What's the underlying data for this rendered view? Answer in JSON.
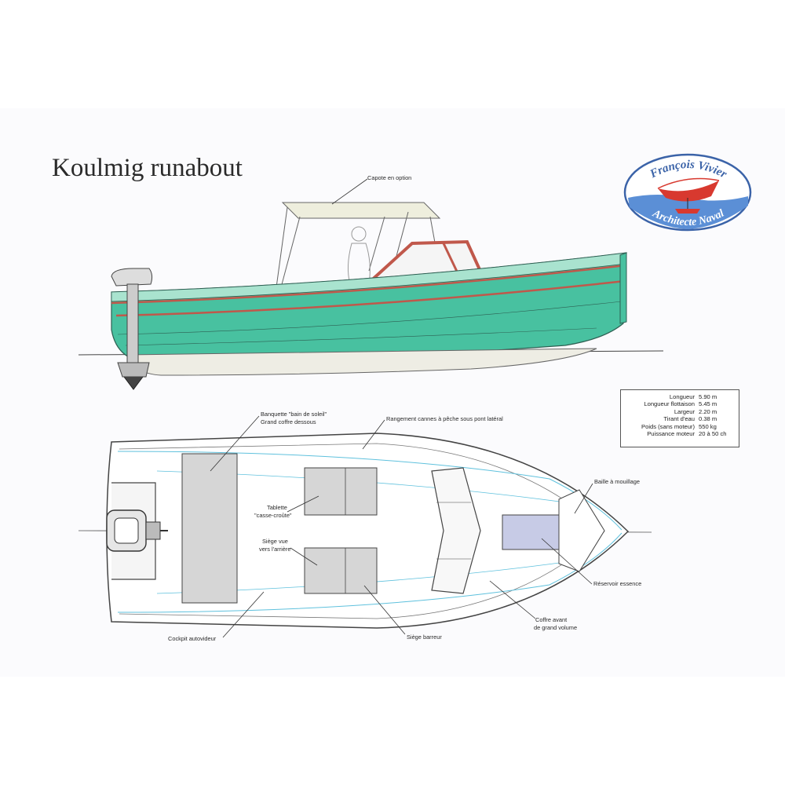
{
  "title": "Koulmig runabout",
  "logo": {
    "top_text": "François Vivier",
    "bottom_text": "Architecte Naval",
    "colors": {
      "ring": "#3b63a8",
      "sea": "#5b8fd6",
      "hull": "#d8392f"
    }
  },
  "profile_labels": {
    "capote": "Capote en option"
  },
  "plan_labels": {
    "banquette_1": "Banquette \"bain de soleil\"",
    "banquette_2": "Grand coffre dessous",
    "rangement": "Rangement cannes à pêche sous pont latéral",
    "tablette_1": "Tablette",
    "tablette_2": "\"casse-croûte\"",
    "siege_vue_1": "Siège vue",
    "siege_vue_2": "vers l'arrière",
    "baille": "Baille à mouillage",
    "reservoir": "Réservoir essence",
    "coffre_1": "Coffre avant",
    "coffre_2": "de grand volume",
    "siege_barreur": "Siège barreur",
    "cockpit": "Cockpit autovideur"
  },
  "specs": [
    {
      "label": "Longueur",
      "value": "5.90 m"
    },
    {
      "label": "Longueur flottaison",
      "value": "5.45 m"
    },
    {
      "label": "Largeur",
      "value": "2.20 m"
    },
    {
      "label": "Tirant d'eau",
      "value": "0.38 m"
    },
    {
      "label": "Poids (sans moteur)",
      "value": "550 kg"
    },
    {
      "label": "Puissance moteur",
      "value": "20 à 50 ch"
    }
  ],
  "colors": {
    "hull_green": "#48c1a0",
    "sheer_strake": "#a9e3cf",
    "rub_strake": "#c0584b",
    "bottom": "#eeede4",
    "grey_cushion": "#d6d6d6",
    "fuel_tank": "#c7cbe6",
    "cyan_line": "#5fc1dd"
  }
}
